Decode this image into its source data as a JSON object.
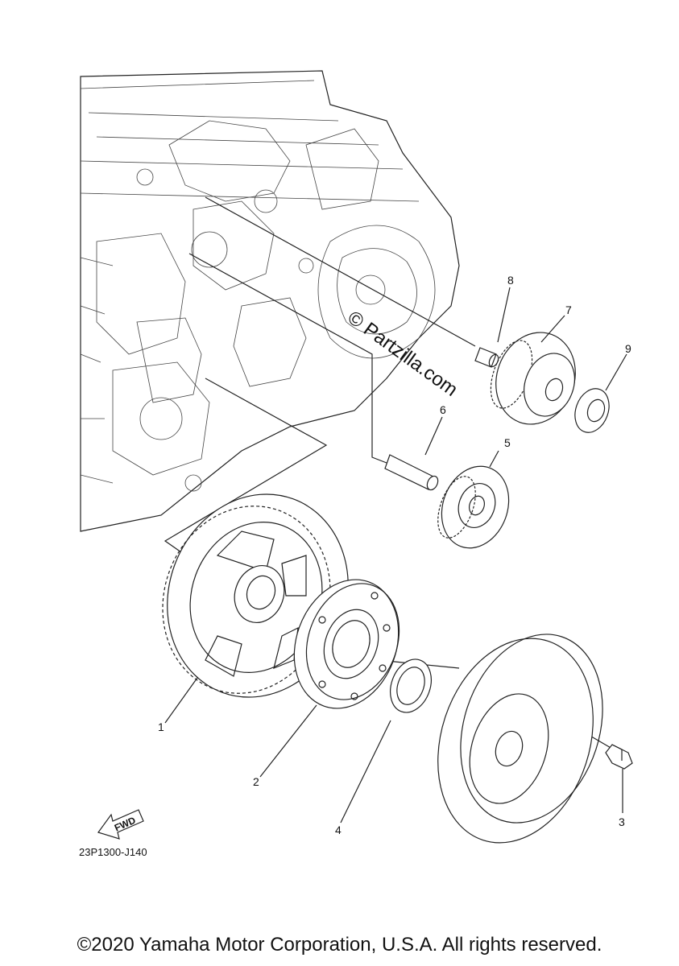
{
  "callouts": [
    "1",
    "2",
    "3",
    "4",
    "5",
    "6",
    "7",
    "8",
    "9"
  ],
  "diagram_code": "23P1300-J140",
  "watermark": "© Partzilla.com",
  "fwd_label": "FWD",
  "copyright": "©2020 Yamaha Motor Corporation, U.S.A. All rights reserved."
}
